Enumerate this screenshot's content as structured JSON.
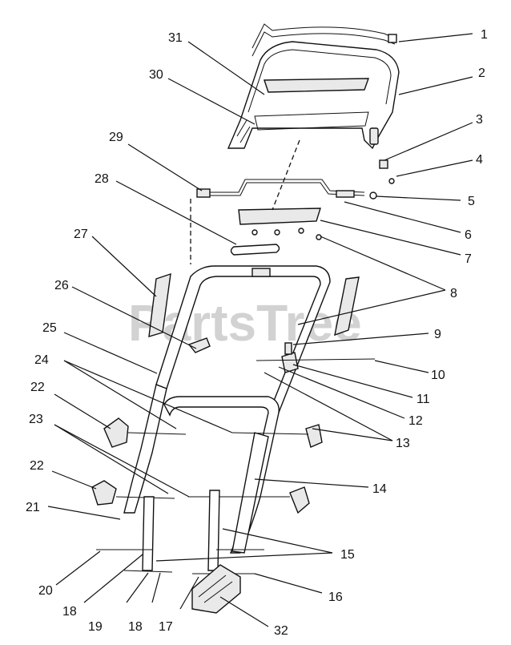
{
  "watermark": "PartsTree",
  "callouts": {
    "c1": "1",
    "c2": "2",
    "c3": "3",
    "c4": "4",
    "c5": "5",
    "c6": "6",
    "c7": "7",
    "c8": "8",
    "c9": "9",
    "c10": "10",
    "c11": "11",
    "c12": "12",
    "c13": "13",
    "c14": "14",
    "c15": "15",
    "c16": "16",
    "c17": "17",
    "c18a": "18",
    "c18b": "18",
    "c19": "19",
    "c20": "20",
    "c21": "21",
    "c22a": "22",
    "c22b": "22",
    "c23": "23",
    "c24": "24",
    "c25": "25",
    "c26": "26",
    "c27": "27",
    "c28": "28",
    "c29": "29",
    "c30": "30",
    "c31": "31",
    "c32": "32"
  }
}
